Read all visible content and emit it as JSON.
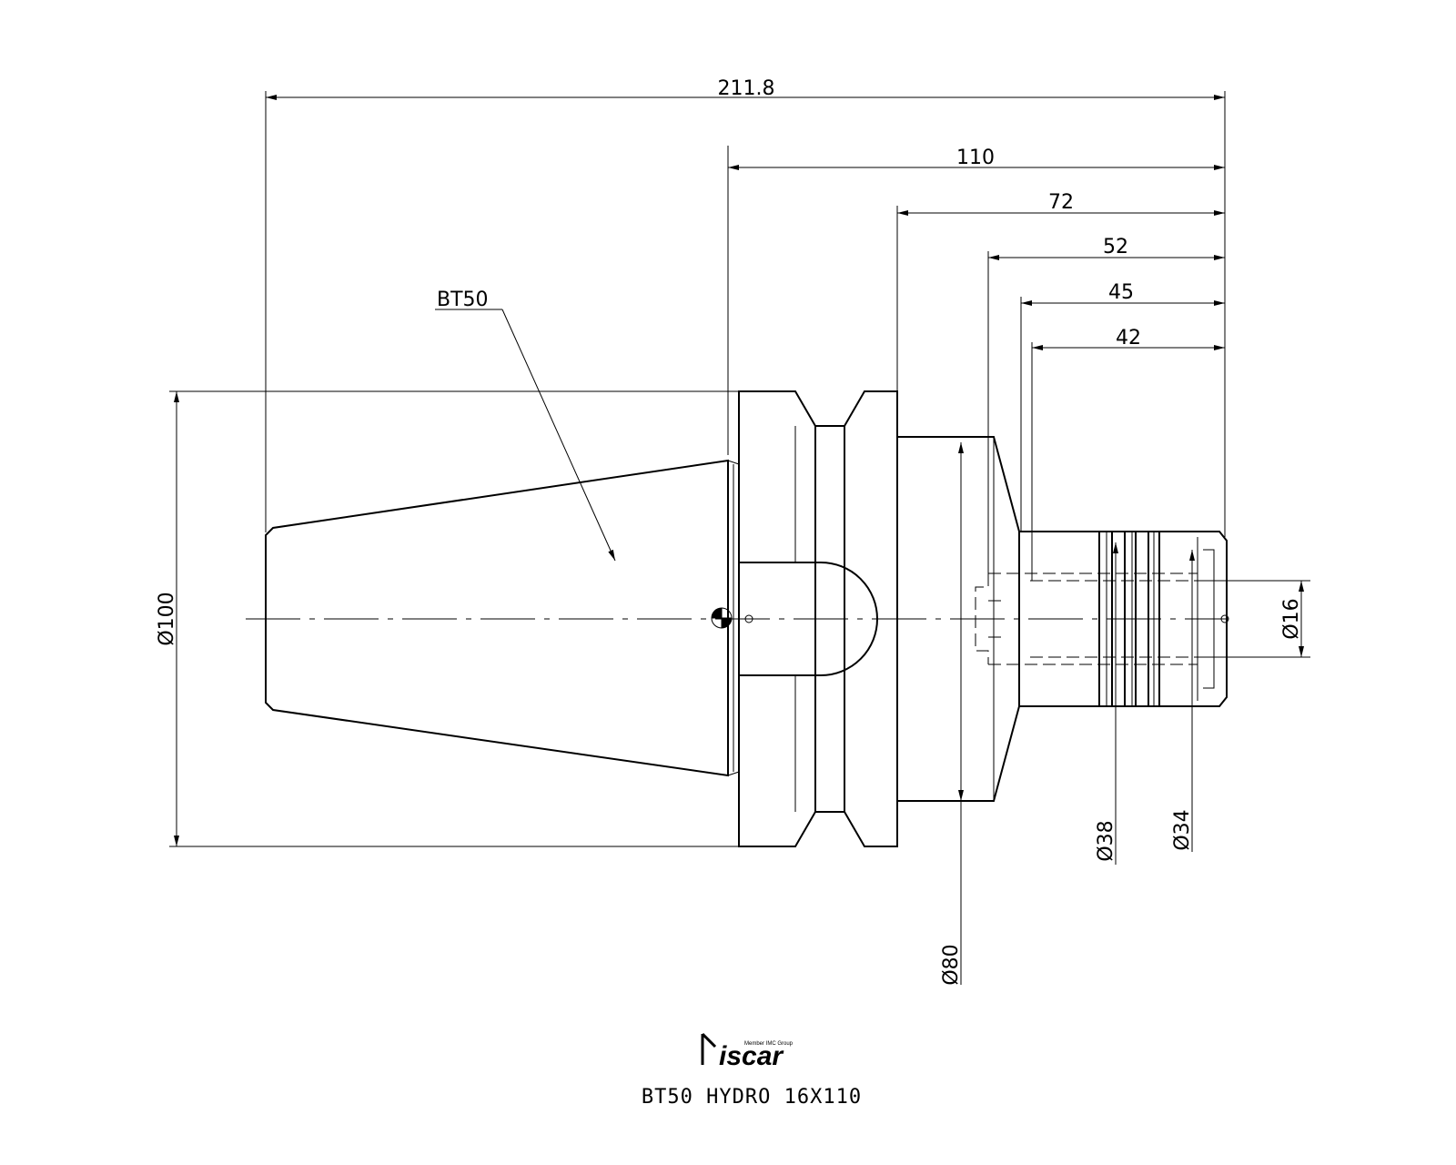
{
  "drawing": {
    "title": "BT50  HYDRO  16X110",
    "callout": "BT50",
    "dimensions": {
      "overall_length": "211.8",
      "gauge_length": "110",
      "length_72": "72",
      "length_52": "52",
      "length_45": "45",
      "length_42": "42",
      "dia_flange": "Ø100",
      "dia_body": "Ø80",
      "dia_nose": "Ø38",
      "dia_tip": "Ø34",
      "dia_bore": "Ø16"
    }
  },
  "logo": {
    "brand": "iscar",
    "tagline": "Member IMC Group"
  }
}
